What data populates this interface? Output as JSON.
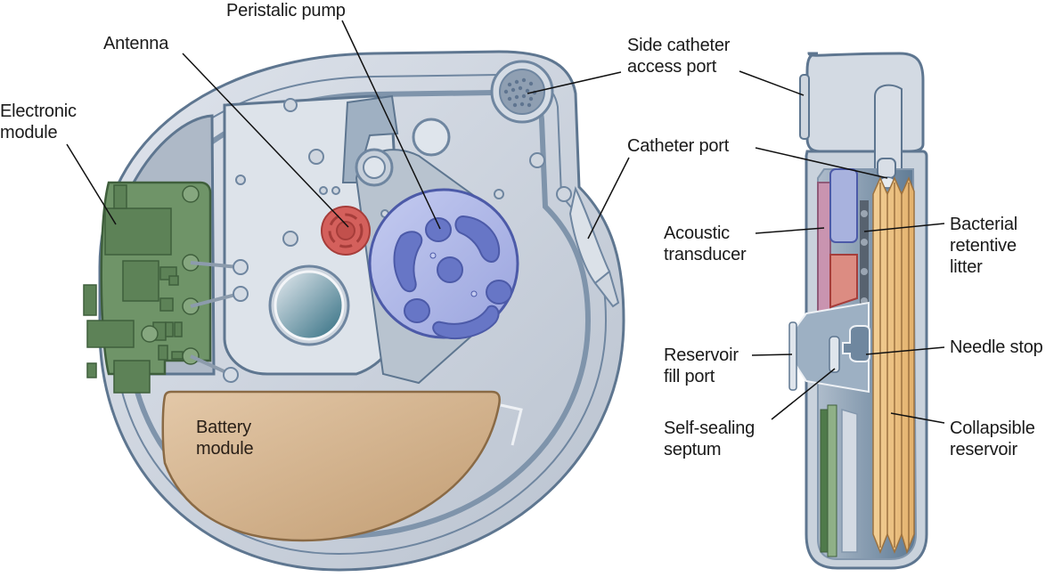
{
  "figure": {
    "left_view": "Implantable pump — top cutaway view",
    "right_view": "Implantable pump — side cross-section view"
  },
  "labels": {
    "peristalic_pump": "Peristalic pump",
    "antenna": "Antenna",
    "electronic_module": "Electronic\nmodule",
    "battery_module": "Battery\nmodule",
    "side_catheter_access_port": "Side catheter\naccess port",
    "catheter_port": "Catheter port",
    "acoustic_transducer": "Acoustic\ntransducer",
    "bacterial_retentive_litter": "Bacterial\nretentive\nlitter",
    "reservoir_fill_port": "Reservoir\nfill port",
    "needle_stop": "Needle stop",
    "self_sealing_septum": "Self-sealing\nseptum",
    "collapsible_reservoir": "Collapsible\nreservoir"
  },
  "colors": {
    "housing": "#c9d0db",
    "housing_dark": "#5e7690",
    "pcb_green": "#6f9468",
    "battery_tan": "#c9a47c",
    "pump_blue": "#aab3e6",
    "antenna_red": "#d4605c",
    "reservoir_orange": "#edc07e",
    "transducer_pink": "#c994b0",
    "leader_line": "#111111"
  }
}
